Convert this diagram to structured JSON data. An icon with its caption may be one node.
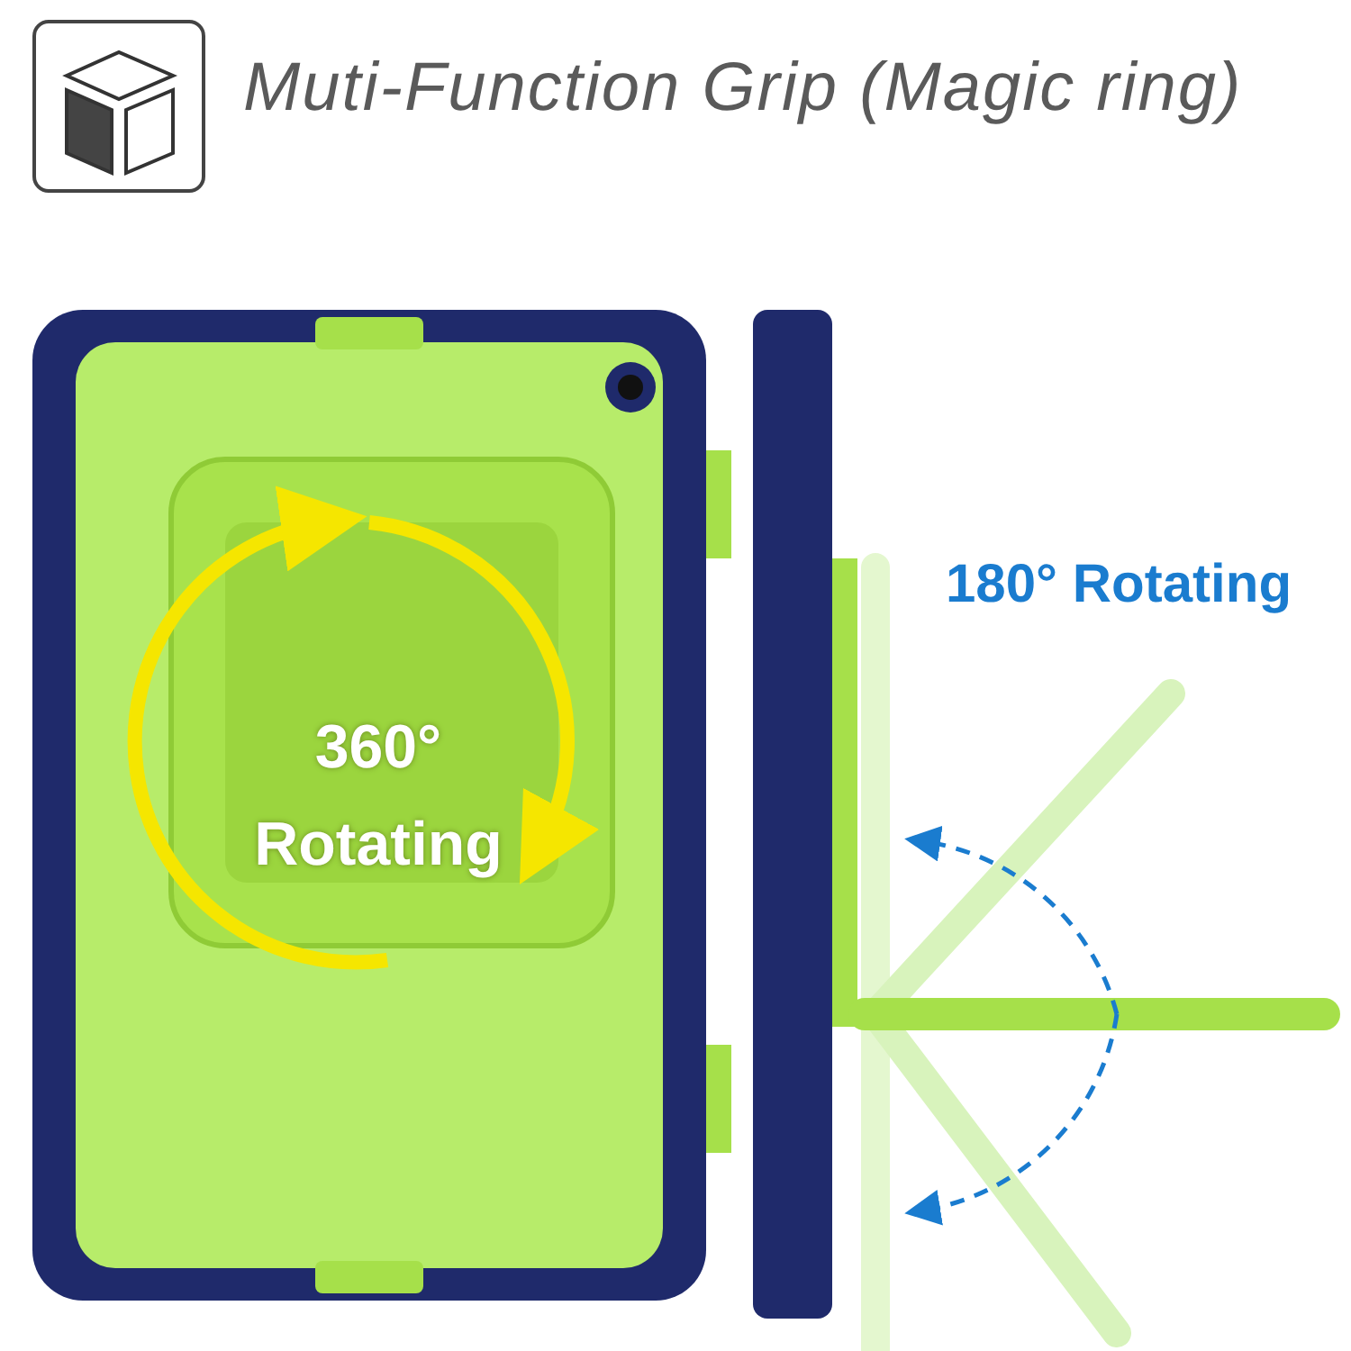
{
  "diagram": {
    "title": "Muti-Function Grip (Magic ring)",
    "labels": [
      "360° Rotating",
      "180° Rotating"
    ]
  }
}
